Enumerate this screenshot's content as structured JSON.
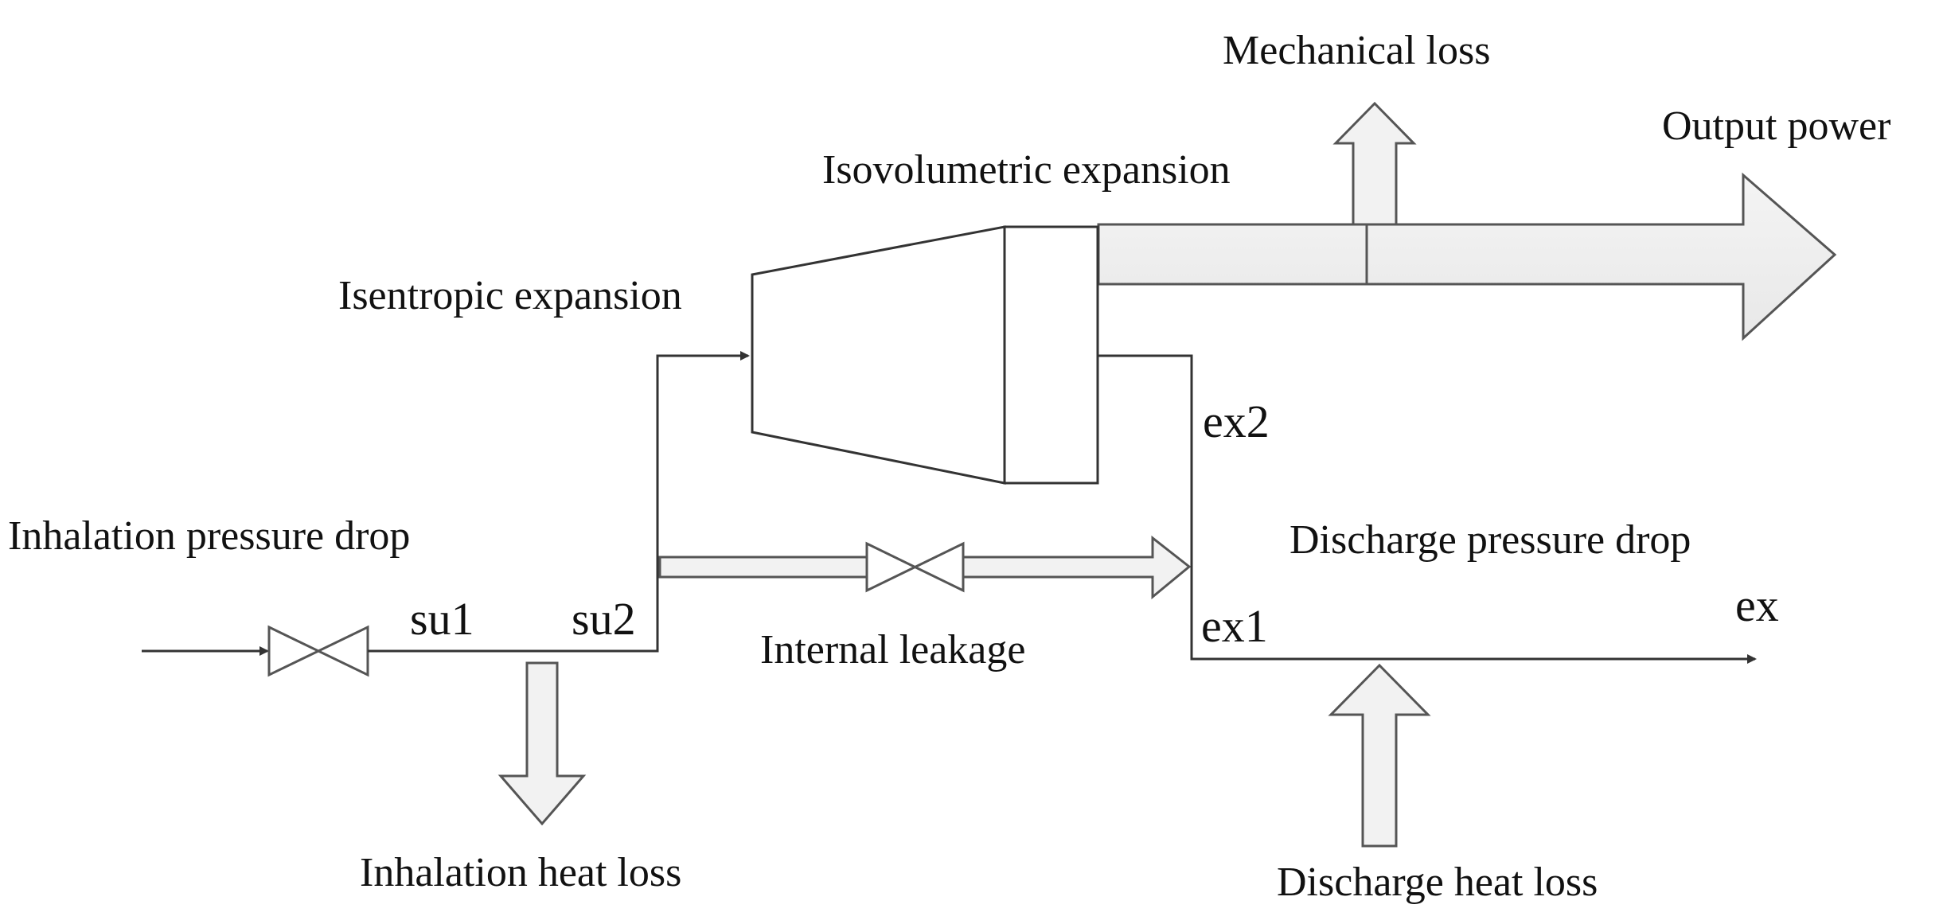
{
  "labels": {
    "mechanical_loss": "Mechanical loss",
    "output_power": "Output power",
    "isovolumetric_expansion": "Isovolumetric expansion",
    "isentropic_expansion": "Isentropic expansion",
    "inhalation_pressure_drop": "Inhalation pressure drop",
    "discharge_pressure_drop": "Discharge pressure drop",
    "internal_leakage": "Internal leakage",
    "inhalation_heat_loss": "Inhalation heat loss",
    "discharge_heat_loss": "Discharge heat loss"
  },
  "nodes": {
    "su1": "su1",
    "su2": "su2",
    "ex1": "ex1",
    "ex2": "ex2",
    "ex": "ex"
  },
  "colors": {
    "line": "#333333",
    "arrow_fill": "#f0f0f0",
    "arrow_stroke": "#555555",
    "text": "#111111"
  }
}
